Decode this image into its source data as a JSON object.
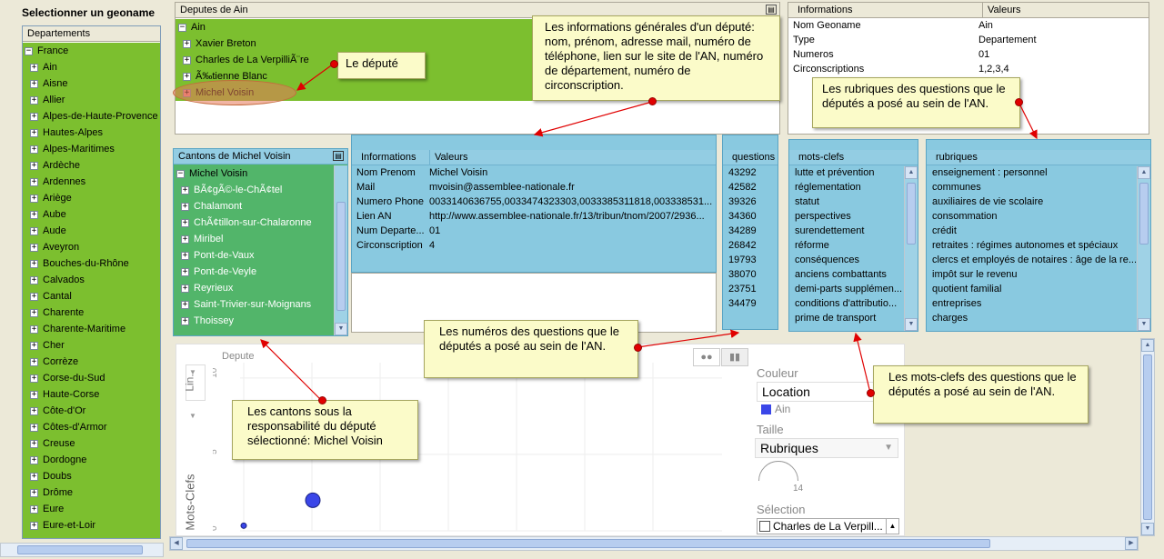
{
  "left_panel": {
    "title": "Selectionner un geoname",
    "header": "Departements",
    "root": "France",
    "items": [
      "Ain",
      "Aisne",
      "Allier",
      "Alpes-de-Haute-Provence",
      "Hautes-Alpes",
      "Alpes-Maritimes",
      "Ardèche",
      "Ardennes",
      "Ariège",
      "Aube",
      "Aude",
      "Aveyron",
      "Bouches-du-Rhône",
      "Calvados",
      "Cantal",
      "Charente",
      "Charente-Maritime",
      "Cher",
      "Corrèze",
      "Corse-du-Sud",
      "Haute-Corse",
      "Côte-d'Or",
      "Côtes-d'Armor",
      "Creuse",
      "Dordogne",
      "Doubs",
      "Drôme",
      "Eure",
      "Eure-et-Loir"
    ]
  },
  "deputes": {
    "title": "Deputes de Ain",
    "root": "Ain",
    "items": [
      "Xavier Breton",
      "Charles de La VerpilliÃ¨re",
      "Ã‰tienne Blanc",
      "Michel Voisin"
    ]
  },
  "info_top": {
    "col1": "Informations",
    "col2": "Valeurs",
    "rows": [
      [
        "Nom Geoname",
        "Ain"
      ],
      [
        "Type",
        "Departement"
      ],
      [
        "Numeros",
        "01"
      ],
      [
        "Circonscriptions",
        "1,2,3,4"
      ]
    ]
  },
  "cantons": {
    "title": "Cantons de Michel Voisin",
    "root": "Michel Voisin",
    "items": [
      "BÃ¢gÃ©-le-ChÃ¢tel",
      "Chalamont",
      "ChÃ¢tillon-sur-Chalaronne",
      "Miribel",
      "Pont-de-Vaux",
      "Pont-de-Veyle",
      "Reyrieux",
      "Saint-Trivier-sur-Moignans",
      "Thoissey"
    ]
  },
  "depute_info": {
    "col1": "Informations",
    "col2": "Valeurs",
    "rows": [
      [
        "Nom Prenom",
        "Michel Voisin"
      ],
      [
        "Mail",
        "mvoisin@assemblee-nationale.fr"
      ],
      [
        "Numero Phone",
        "0033140636755,0033474323303,0033385311818,003338531..."
      ],
      [
        "Lien AN",
        "http://www.assemblee-nationale.fr/13/tribun/tnom/2007/2936..."
      ],
      [
        "Num Departe...",
        "01"
      ],
      [
        "Circonscription",
        "4"
      ]
    ]
  },
  "questions": {
    "title": "questions",
    "items": [
      "43292",
      "42582",
      "39326",
      "34360",
      "34289",
      "26842",
      "19793",
      "38070",
      "23751",
      "34479"
    ]
  },
  "mots_clefs": {
    "title": "mots-clefs",
    "items": [
      "lutte et prévention",
      "réglementation",
      "statut",
      "perspectives",
      "surendettement",
      "réforme",
      "conséquences",
      "anciens combattants",
      "demi-parts supplémen...",
      "conditions d'attributio...",
      "prime de transport"
    ]
  },
  "rubriques": {
    "title": "rubriques",
    "items": [
      "enseignement : personnel",
      "communes",
      "auxiliaires de vie scolaire",
      "consommation",
      "crédit",
      "retraites : régimes autonomes et spéciaux",
      "clercs et employés de notaires : âge de la re...",
      "impôt sur le revenu",
      "quotient familial",
      "entreprises",
      "charges"
    ]
  },
  "chart": {
    "title": "Depute",
    "y_scale": "Lin.",
    "y_label": "Mots-Clefs",
    "y_ticks": [
      "10",
      "5",
      "0"
    ],
    "couleur_label": "Couleur",
    "couleur_value": "Location",
    "legend_item": "Ain",
    "taille_label": "Taille",
    "taille_value": "Rubriques",
    "size_value": "14",
    "selection_label": "Sélection",
    "selection_item": "Charles de La Verpill...",
    "accent": "#3a46e8"
  },
  "chart_data": {
    "type": "scatter",
    "title": "Depute",
    "ylabel": "Mots-Clefs",
    "ylim": [
      0,
      11
    ],
    "series": [
      {
        "name": "Ain",
        "points": [
          [
            0.5,
            0.1
          ],
          [
            1.0,
            2.0
          ]
        ]
      }
    ]
  },
  "callouts": {
    "depute": "Le député",
    "info": "Les informations générales d'un député: nom, prénom, adresse mail, numéro de téléphone, lien sur le site de l'AN, numéro de département, numéro de circonscription.",
    "rubriques": "Les rubriques des questions que le députés a posé au sein de l'AN.",
    "numeros": "Les numéros des questions que le députés a posé au sein de l'AN.",
    "cantons": "Les cantons sous la responsabilité du député sélectionné: Michel Voisin",
    "mots": "Les mots-clefs des questions que le députés a posé au sein de l'AN."
  }
}
